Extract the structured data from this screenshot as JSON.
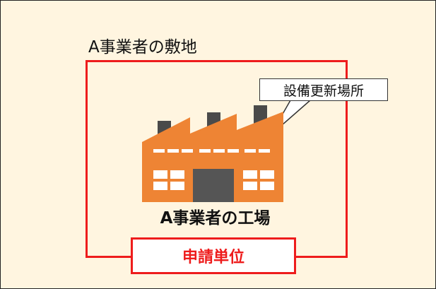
{
  "site_label": "A事業者の敷地",
  "factory_label": "A事業者の工場",
  "callout_label": "設備更新場所",
  "unit_label": "申請単位",
  "colors": {
    "background": "#fff5e0",
    "boundary": "#ee1c1c",
    "factory_body": "#ee8434",
    "chimney": "#4a4a4a",
    "door": "#555555",
    "window": "#ffffff"
  },
  "icons": [
    "factory-icon"
  ]
}
